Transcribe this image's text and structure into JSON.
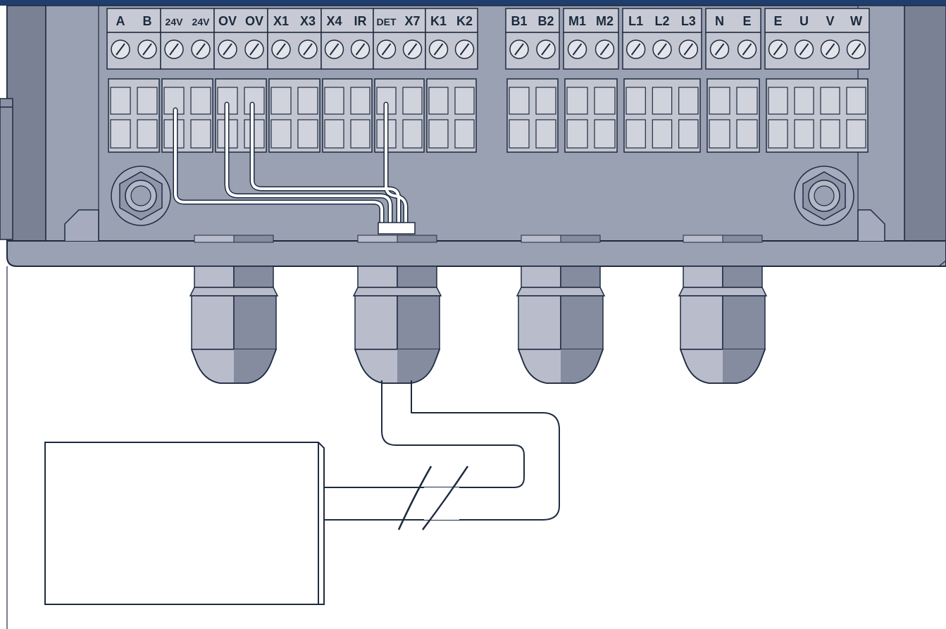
{
  "colors": {
    "housing": "#9aa1b3",
    "housing_dark": "#7a8194",
    "outline": "#1e2b40",
    "top_band": "#1f3e6e",
    "label_strip": "#c7cad4",
    "terminal_light": "#c3c6d0",
    "wire": "#ffffff",
    "gland_light": "#b9bccb",
    "gland_dark": "#858ca0"
  },
  "terminal_groups": [
    {
      "labels": [
        "A",
        "B"
      ]
    },
    {
      "labels": [
        "24V",
        "24V"
      ]
    },
    {
      "labels": [
        "OV",
        "OV"
      ]
    },
    {
      "labels": [
        "X1",
        "X3"
      ]
    },
    {
      "labels": [
        "X4",
        "IR"
      ]
    },
    {
      "labels": [
        "DET",
        "X7"
      ]
    },
    {
      "labels": [
        "K1",
        "K2"
      ]
    },
    {
      "labels": [
        "B1",
        "B2"
      ]
    },
    {
      "labels": [
        "M1",
        "M2"
      ]
    },
    {
      "labels": [
        "L1",
        "L2",
        "L3"
      ]
    },
    {
      "labels": [
        "N",
        "E"
      ]
    },
    {
      "labels": [
        "E",
        "U",
        "V",
        "W"
      ]
    }
  ],
  "cable_glands": [
    {
      "id": "gland-1"
    },
    {
      "id": "gland-2"
    },
    {
      "id": "gland-3"
    },
    {
      "id": "gland-4"
    }
  ],
  "external_device": {
    "label": ""
  }
}
